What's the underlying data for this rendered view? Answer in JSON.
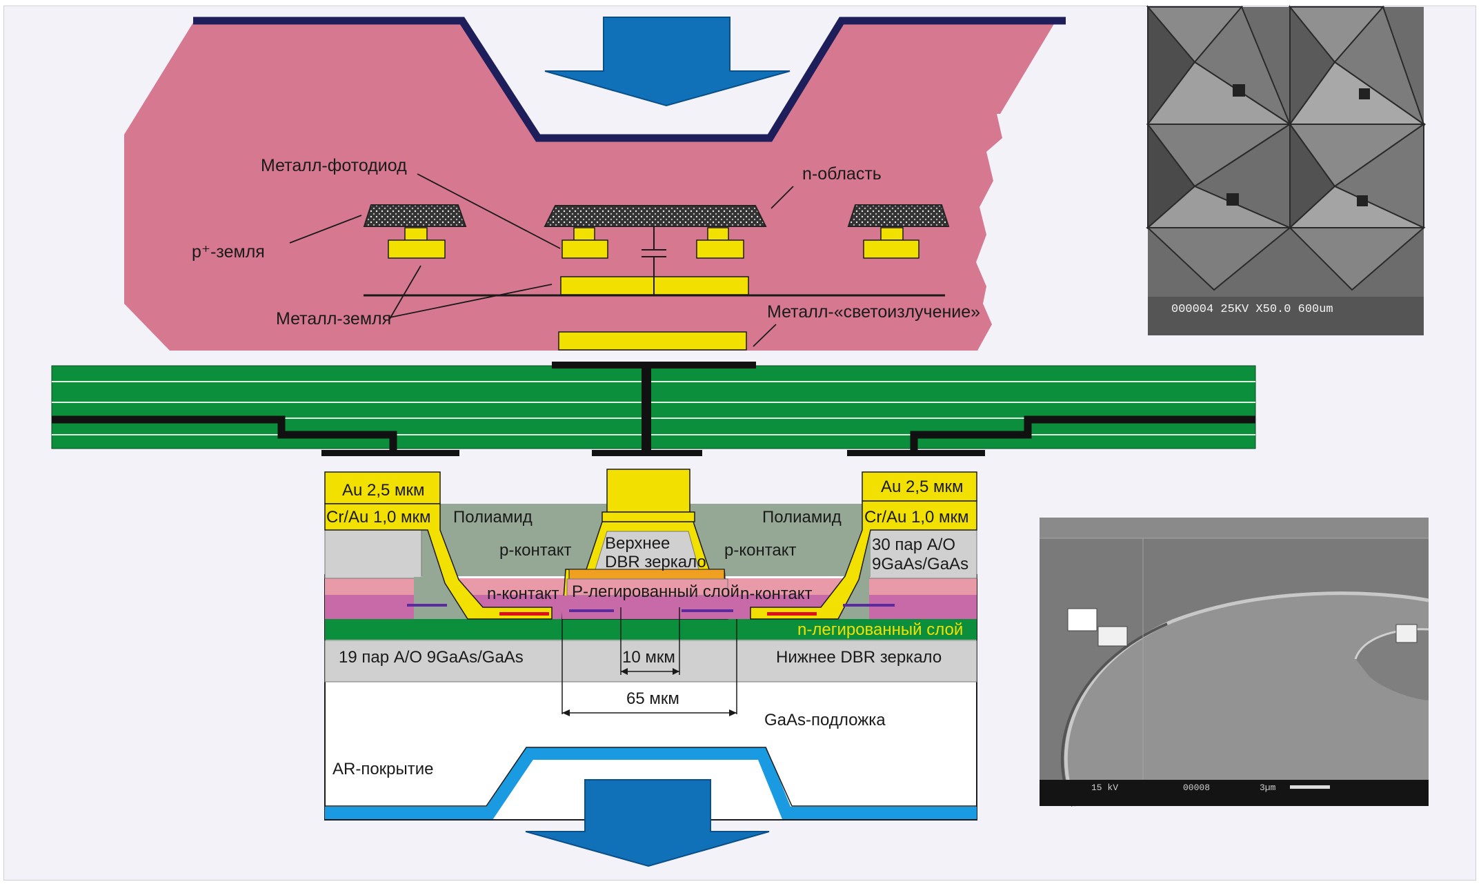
{
  "colors": {
    "substrate_pink": "#d67890",
    "dark_edge": "#1e1e5a",
    "arrow_blue": "#1070b8",
    "pcb_green": "#0b8f3c",
    "gold": "#f2e000",
    "polyamide": "#95a895",
    "gray_layer": "#d0d0d0",
    "pink_layer": "#e89aa8",
    "magenta_layer": "#c86aa8",
    "orange_layer": "#f0a020",
    "ar_blue": "#1a9ae0"
  },
  "top_labels": {
    "metal_photodiode": "Металл-фотодиод",
    "n_region": "n-область",
    "p_ground": "p⁺-земля",
    "metal_ground": "Металл-земля",
    "metal_emission": "Металл-«светоизлучение»"
  },
  "vcsel_labels": {
    "au_left": "Au 2,5 мкм",
    "au_right": "Au 2,5 мкм",
    "crau_left": "Cr/Au 1,0 мкм",
    "crau_right": "Cr/Au 1,0 мкм",
    "polyamide_left": "Полиамид",
    "polyamide_right": "Полиамид",
    "p_contact_left": "p-контакт",
    "p_contact_right": "p-контакт",
    "top_dbr_1": "Верхнее",
    "top_dbr_2": "DBR зеркало",
    "pairs_30_1": "30 пар A/O",
    "pairs_30_2": "9GaAs/GaAs",
    "n_contact_left": "n-контакт",
    "n_contact_right": "n-контакт",
    "p_doped": "P-легированный слой",
    "n_doped": "n-легированный слой",
    "pairs_19": "19 пар A/O 9GaAs/GaAs",
    "dim_10": "10 мкм",
    "bottom_dbr": "Нижнее DBR зеркало",
    "dim_65": "65 мкм",
    "substrate": "GaAs-подложка",
    "ar_coating": "AR-покрытие"
  },
  "sem_top": {
    "caption": "000004 25KV X50.0  600um"
  },
  "sem_bottom": {
    "caption_kv": "15 kV",
    "caption_id": "00008",
    "caption_scale": "3µm"
  }
}
